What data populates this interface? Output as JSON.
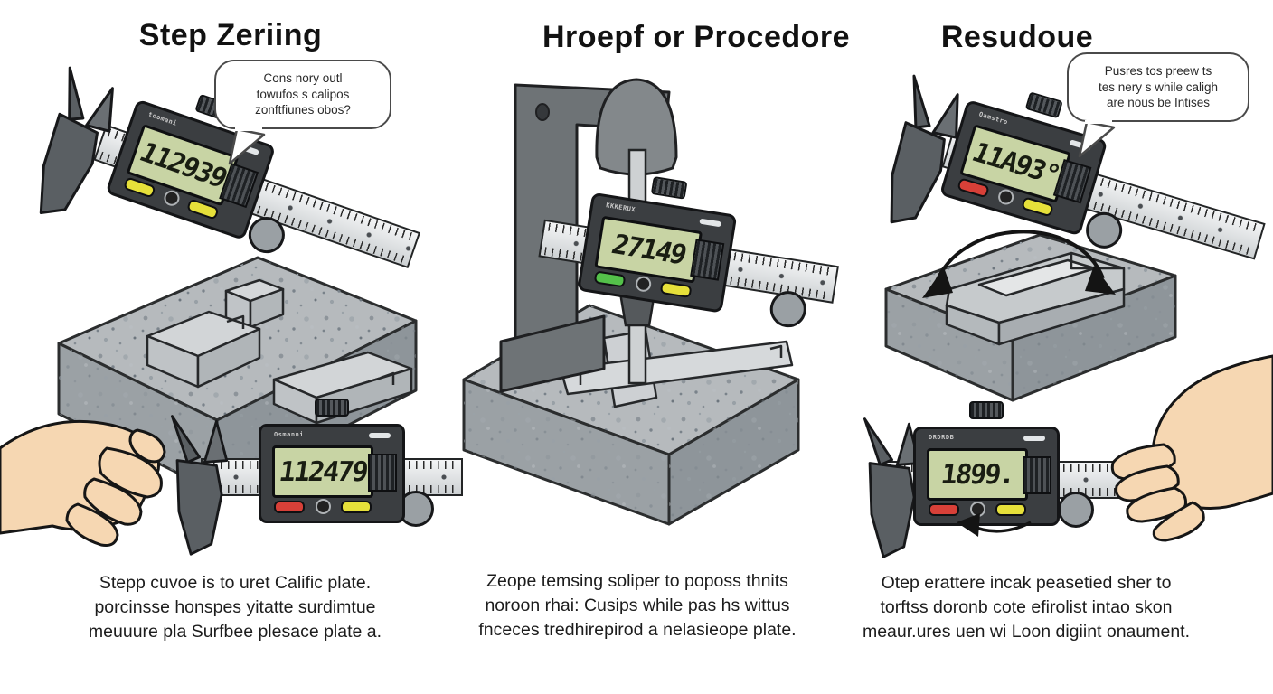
{
  "figure": {
    "background": "#ffffff",
    "panels": [
      {
        "title": "Step Zeriing",
        "bubble_lines": [
          "Cons nory outl",
          "towufos s calipos",
          "zonftfiunes obos?"
        ],
        "caliper_top": {
          "brand": "toomani",
          "display": "112939"
        },
        "caliper_bottom": {
          "brand": "Osmanni",
          "display": "112479"
        },
        "caption_lines": [
          "Stepp cuvoe is to uret Calific plate.",
          "porcinsse honspes yitatte surdimtue",
          "meuuure pla Surfbee plesace plate a."
        ]
      },
      {
        "title": "Hroepf or Procedore",
        "caliper": {
          "brand": "KKKERUX",
          "display": "27149"
        },
        "caption_lines": [
          "Zeope temsing soliper to poposs thnits",
          "noroon rhai: Cusips while pas hs wittus",
          "fnceces tredhirepirod a nelasieope plate."
        ]
      },
      {
        "title": "Resudoue",
        "bubble_lines": [
          "Pusres tos preew ts",
          "tes nery s while caligh",
          "are nous be Intises"
        ],
        "caliper_top": {
          "brand": "Oamstro",
          "display": "11A93°"
        },
        "caliper_bottom": {
          "brand": "DRDRDB",
          "display": "1899."
        },
        "caption_lines": [
          "Otep erattere incak peasetied sher to",
          "torftss doronb cote efirolist intao skon",
          "meaur.ures uen wi Loon digiint onaument."
        ]
      }
    ],
    "colors": {
      "caliper_body": "#3b3e41",
      "lcd_bg": "#c8d4a4",
      "granite_top": "#b6babd",
      "skin": "#f6d7b2",
      "accent_red": "#d84038",
      "accent_yellow": "#e6e03a",
      "accent_green": "#54c14a"
    }
  }
}
